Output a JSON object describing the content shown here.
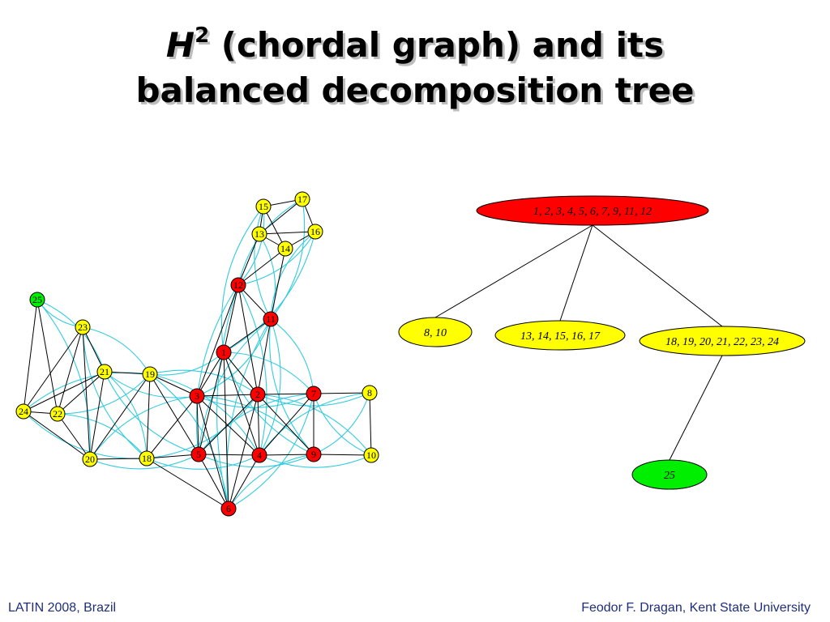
{
  "title": {
    "symbol": "H",
    "superscript": "2",
    "text": " (chordal graph) and its",
    "line2": "balanced decomposition tree"
  },
  "footer": {
    "left": "LATIN 2008, Brazil",
    "right": "Feodor F. Dragan,  Kent State University"
  },
  "colors": {
    "red": "#ff0000",
    "yellow": "#ffff00",
    "green": "#00ee00",
    "cyan_edge": "#33ccdd",
    "edge": "#000000"
  },
  "graph": {
    "nodes": [
      {
        "id": "1",
        "color": "red"
      },
      {
        "id": "2",
        "color": "red"
      },
      {
        "id": "3",
        "color": "red"
      },
      {
        "id": "4",
        "color": "red"
      },
      {
        "id": "5",
        "color": "red"
      },
      {
        "id": "6",
        "color": "red"
      },
      {
        "id": "7",
        "color": "red"
      },
      {
        "id": "8",
        "color": "yellow"
      },
      {
        "id": "9",
        "color": "red"
      },
      {
        "id": "10",
        "color": "yellow"
      },
      {
        "id": "11",
        "color": "red"
      },
      {
        "id": "12",
        "color": "red"
      },
      {
        "id": "13",
        "color": "yellow"
      },
      {
        "id": "14",
        "color": "yellow"
      },
      {
        "id": "15",
        "color": "yellow"
      },
      {
        "id": "16",
        "color": "yellow"
      },
      {
        "id": "17",
        "color": "yellow"
      },
      {
        "id": "18",
        "color": "yellow"
      },
      {
        "id": "19",
        "color": "yellow"
      },
      {
        "id": "20",
        "color": "yellow"
      },
      {
        "id": "21",
        "color": "yellow"
      },
      {
        "id": "22",
        "color": "yellow"
      },
      {
        "id": "23",
        "color": "yellow"
      },
      {
        "id": "24",
        "color": "yellow"
      },
      {
        "id": "25",
        "color": "green"
      }
    ],
    "edges": [
      [
        "15",
        "17"
      ],
      [
        "15",
        "13"
      ],
      [
        "17",
        "13"
      ],
      [
        "17",
        "16"
      ],
      [
        "13",
        "16"
      ],
      [
        "13",
        "14"
      ],
      [
        "14",
        "16"
      ],
      [
        "15",
        "14"
      ],
      [
        "13",
        "12"
      ],
      [
        "14",
        "12"
      ],
      [
        "14",
        "11"
      ],
      [
        "12",
        "11"
      ],
      [
        "12",
        "1"
      ],
      [
        "11",
        "1"
      ],
      [
        "12",
        "3"
      ],
      [
        "12",
        "2"
      ],
      [
        "11",
        "2"
      ],
      [
        "1",
        "3"
      ],
      [
        "1",
        "2"
      ],
      [
        "1",
        "5"
      ],
      [
        "1",
        "4"
      ],
      [
        "1",
        "6"
      ],
      [
        "3",
        "2"
      ],
      [
        "3",
        "5"
      ],
      [
        "3",
        "4"
      ],
      [
        "3",
        "6"
      ],
      [
        "2",
        "7"
      ],
      [
        "2",
        "5"
      ],
      [
        "2",
        "4"
      ],
      [
        "2",
        "6"
      ],
      [
        "2",
        "9"
      ],
      [
        "7",
        "8"
      ],
      [
        "7",
        "9"
      ],
      [
        "7",
        "4"
      ],
      [
        "8",
        "10"
      ],
      [
        "9",
        "10"
      ],
      [
        "9",
        "4"
      ],
      [
        "5",
        "4"
      ],
      [
        "4",
        "6"
      ],
      [
        "5",
        "6"
      ],
      [
        "5",
        "18"
      ],
      [
        "5",
        "19"
      ],
      [
        "3",
        "19"
      ],
      [
        "3",
        "18"
      ],
      [
        "18",
        "19"
      ],
      [
        "18",
        "20"
      ],
      [
        "18",
        "6"
      ],
      [
        "19",
        "20"
      ],
      [
        "19",
        "21"
      ],
      [
        "21",
        "20"
      ],
      [
        "21",
        "22"
      ],
      [
        "21",
        "23"
      ],
      [
        "21",
        "24"
      ],
      [
        "23",
        "24"
      ],
      [
        "23",
        "20"
      ],
      [
        "22",
        "20"
      ],
      [
        "24",
        "20"
      ],
      [
        "22",
        "24"
      ],
      [
        "25",
        "24"
      ],
      [
        "25",
        "22"
      ],
      [
        "23",
        "22"
      ]
    ],
    "fill_edges": [
      [
        "15",
        "12"
      ],
      [
        "17",
        "12"
      ],
      [
        "16",
        "12"
      ],
      [
        "15",
        "11"
      ],
      [
        "17",
        "11"
      ],
      [
        "16",
        "11"
      ],
      [
        "13",
        "11"
      ],
      [
        "15",
        "1"
      ],
      [
        "16",
        "1"
      ],
      [
        "12",
        "5"
      ],
      [
        "12",
        "4"
      ],
      [
        "12",
        "6"
      ],
      [
        "11",
        "3"
      ],
      [
        "11",
        "5"
      ],
      [
        "11",
        "4"
      ],
      [
        "11",
        "6"
      ],
      [
        "11",
        "7"
      ],
      [
        "11",
        "9"
      ],
      [
        "1",
        "7"
      ],
      [
        "1",
        "9"
      ],
      [
        "1",
        "19"
      ],
      [
        "2",
        "19"
      ],
      [
        "2",
        "18"
      ],
      [
        "3",
        "7"
      ],
      [
        "3",
        "9"
      ],
      [
        "5",
        "9"
      ],
      [
        "5",
        "7"
      ],
      [
        "7",
        "10"
      ],
      [
        "8",
        "9"
      ],
      [
        "8",
        "4"
      ],
      [
        "10",
        "4"
      ],
      [
        "2",
        "8"
      ],
      [
        "2",
        "10"
      ],
      [
        "6",
        "7"
      ],
      [
        "6",
        "9"
      ],
      [
        "6",
        "19"
      ],
      [
        "19",
        "4"
      ],
      [
        "18",
        "4"
      ],
      [
        "21",
        "18"
      ],
      [
        "21",
        "3"
      ],
      [
        "23",
        "19"
      ],
      [
        "23",
        "18"
      ],
      [
        "25",
        "21"
      ],
      [
        "25",
        "23"
      ],
      [
        "25",
        "20"
      ],
      [
        "22",
        "19"
      ],
      [
        "22",
        "18"
      ],
      [
        "24",
        "18"
      ],
      [
        "24",
        "19"
      ],
      [
        "20",
        "5"
      ],
      [
        "20",
        "3"
      ],
      [
        "21",
        "5"
      ]
    ]
  },
  "tree": {
    "nodes": [
      {
        "id": "root",
        "label": "1, 2, 3, 4, 5, 6, 7, 9, 11, 12",
        "color": "red"
      },
      {
        "id": "t1",
        "label": "8, 10",
        "color": "yellow"
      },
      {
        "id": "t2",
        "label": "13, 14, 15, 16, 17",
        "color": "yellow"
      },
      {
        "id": "t3",
        "label": "18, 19, 20, 21, 22, 23, 24",
        "color": "yellow"
      },
      {
        "id": "t4",
        "label": "25",
        "color": "green"
      }
    ],
    "edges": [
      [
        "root",
        "t1"
      ],
      [
        "root",
        "t2"
      ],
      [
        "root",
        "t3"
      ],
      [
        "t3",
        "t4"
      ]
    ]
  }
}
